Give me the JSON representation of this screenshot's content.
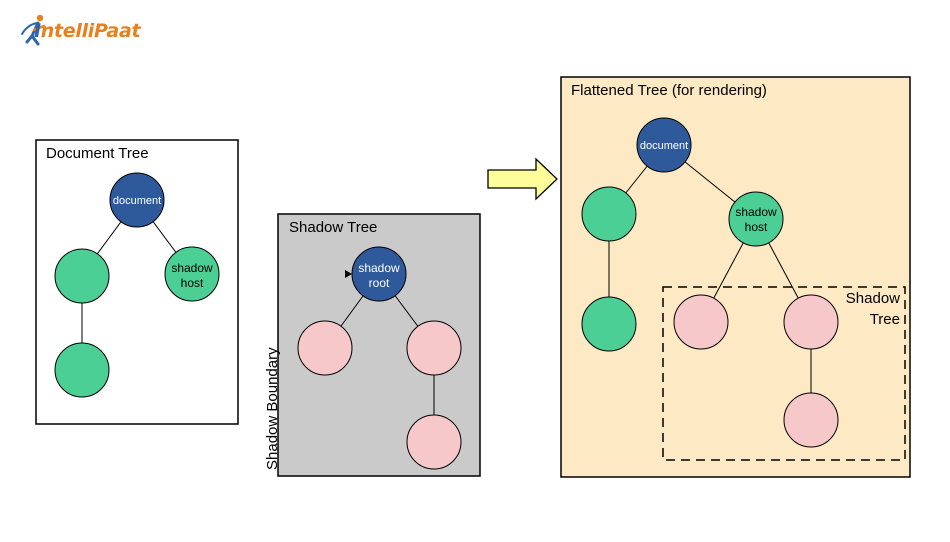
{
  "logo": {
    "text_lead": "I",
    "text": "ntelliPaat",
    "accent": "#e8801f",
    "brand": "#2c64ad"
  },
  "colors": {
    "dark_node": "#2e5a9c",
    "green_node": "#4bcf95",
    "pink_node": "#f6c8ca",
    "shadow_panel": "#cacaca",
    "flattened_panel": "#fde9c4",
    "arrow_fill": "#fdfd9a"
  },
  "document_tree": {
    "title": "Document Tree",
    "document_node": "document",
    "shadow_host_line1": "shadow",
    "shadow_host_line2": "host"
  },
  "shadow_tree": {
    "title": "Shadow Tree",
    "shadow_root_line1": "shadow",
    "shadow_root_line2": "root",
    "boundary_label": "Shadow Boundary"
  },
  "flattened_tree": {
    "title": "Flattened Tree (for rendering)",
    "document_node": "document",
    "shadow_host_line1": "shadow",
    "shadow_host_line2": "host",
    "shadow_region_line1": "Shadow",
    "shadow_region_line2": "Tree"
  }
}
